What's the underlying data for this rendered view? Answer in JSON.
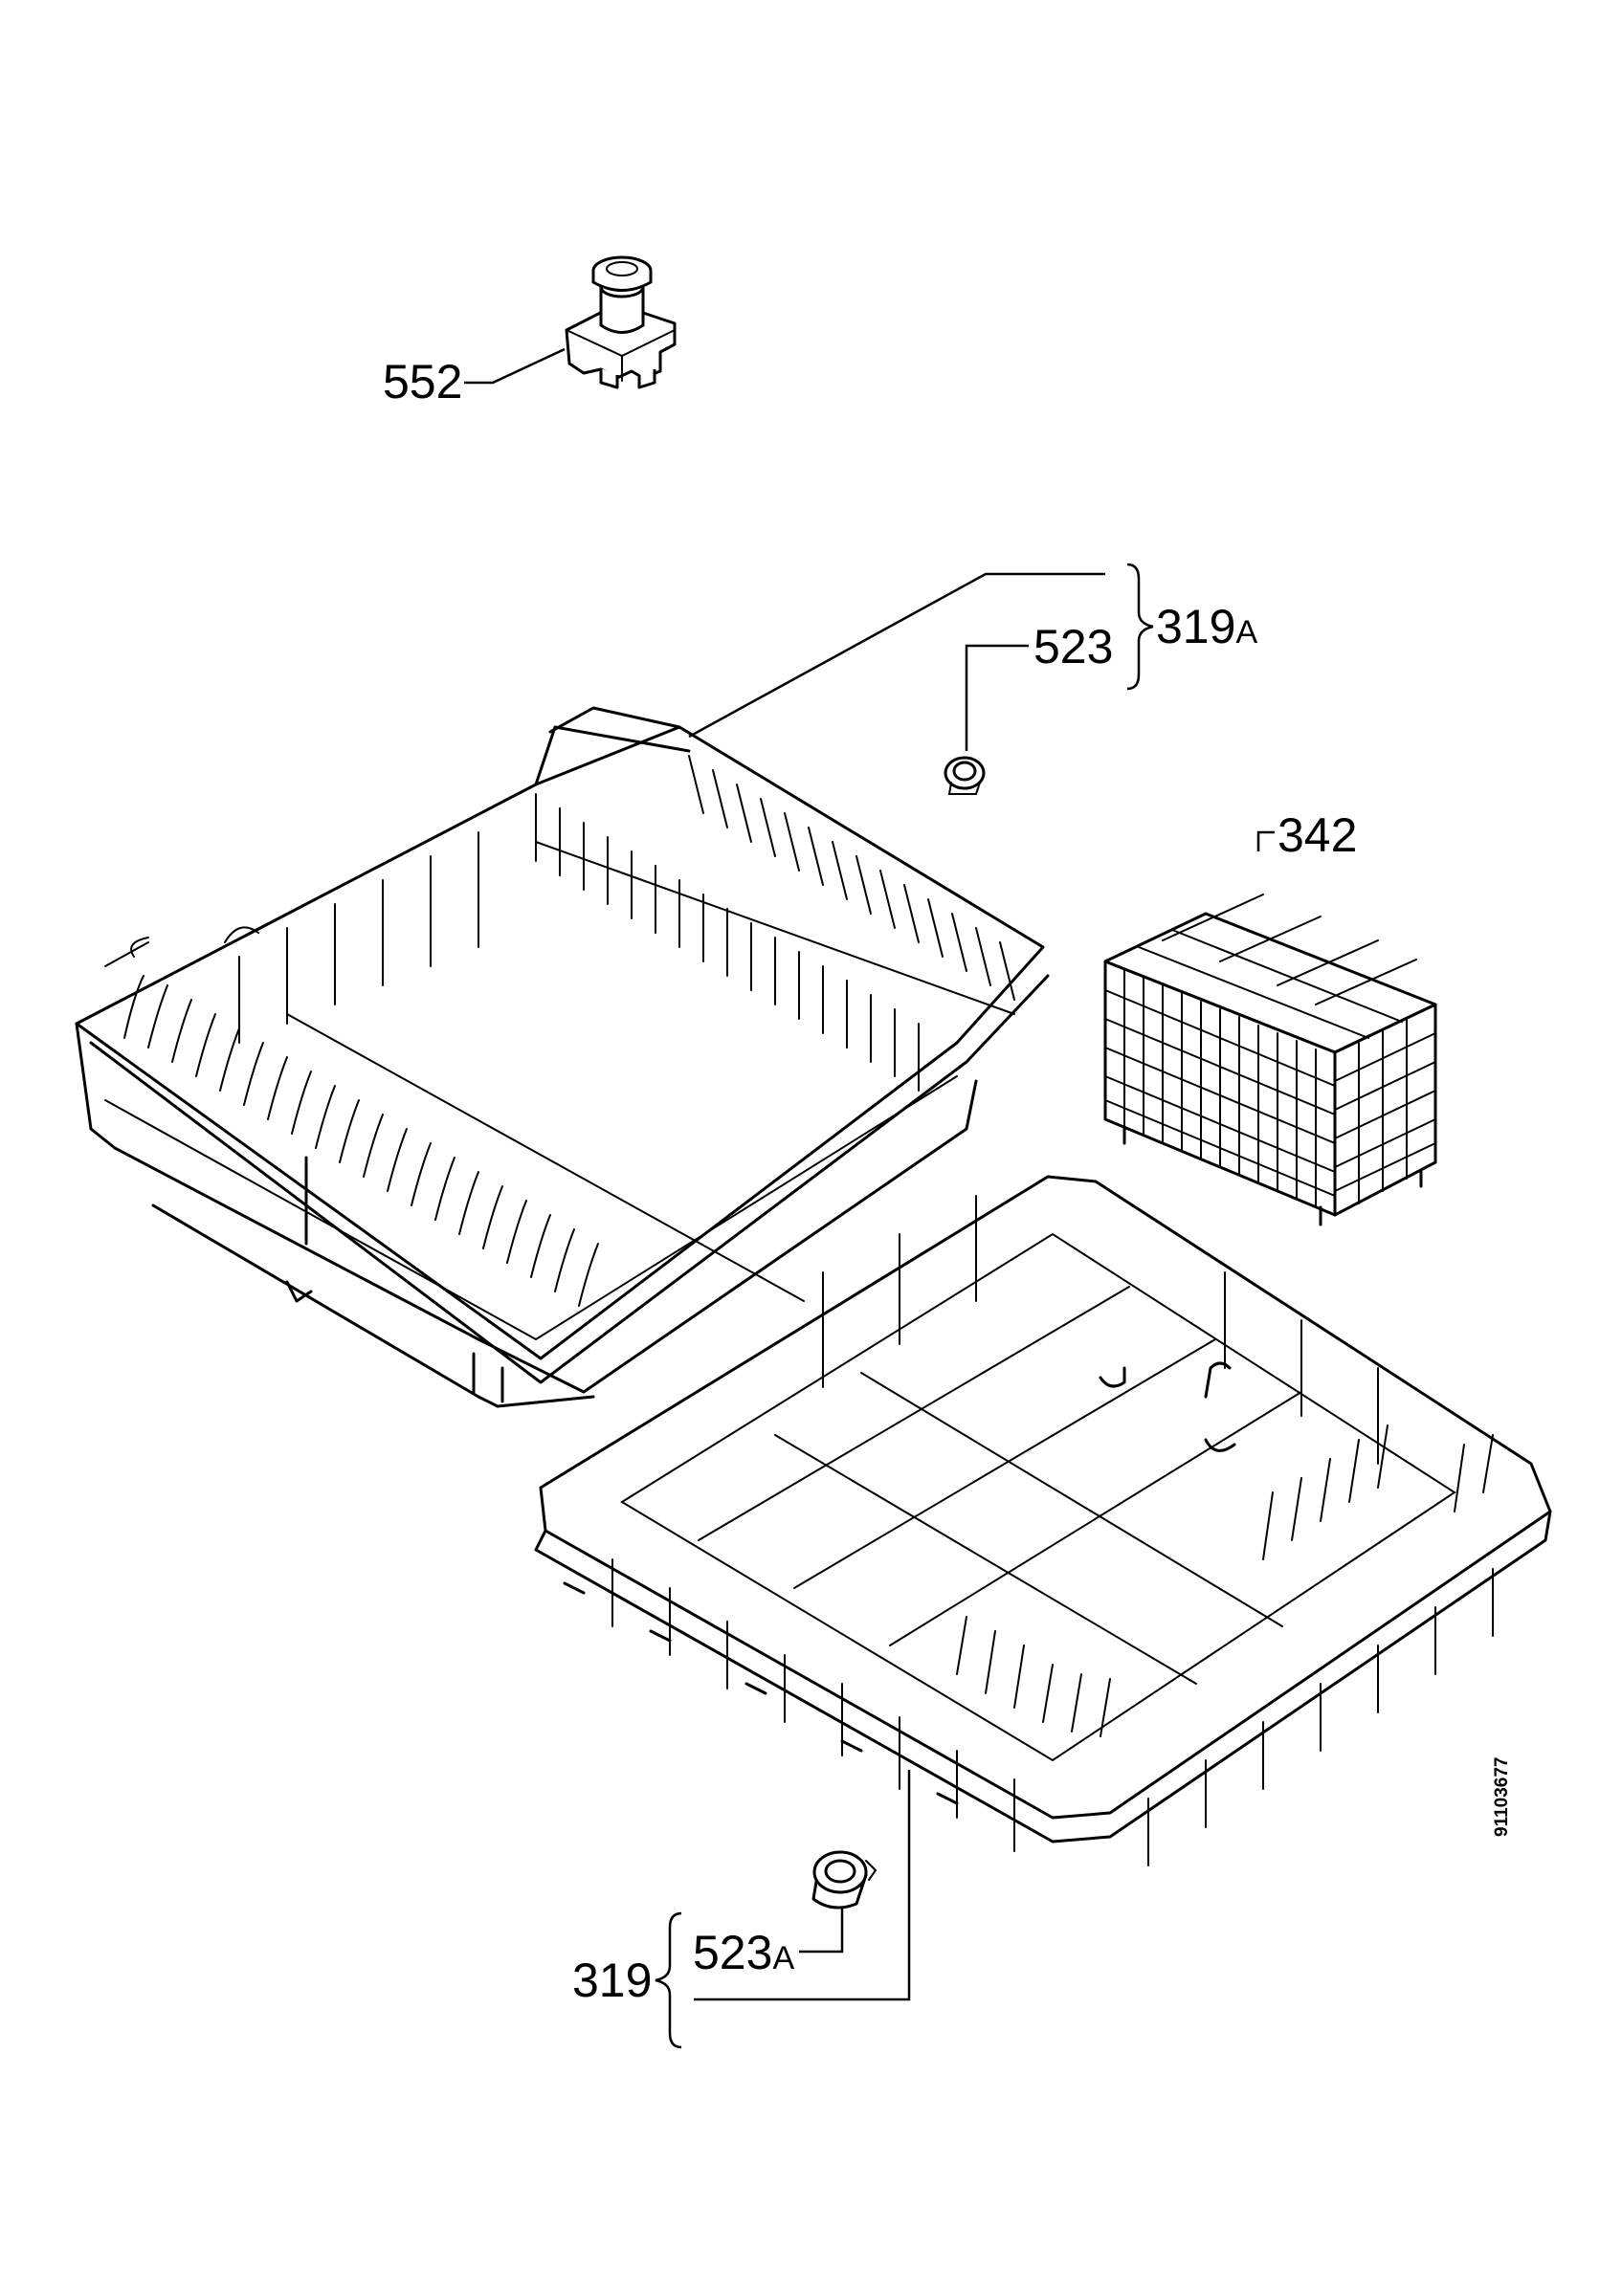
{
  "labels": {
    "p552": "552",
    "p523": "523",
    "p319A_num": "319",
    "p319A_suffix": "A",
    "p342": "342",
    "p523A_num": "523",
    "p523A_suffix": "A",
    "p319": "319",
    "drawing_number": "91103677"
  },
  "icons": {
    "wheel_top": "roller-wheel-icon",
    "wheel_bottom": "roller-wheel-icon",
    "clip": "rack-clip-icon"
  },
  "colors": {
    "ink": "#000000",
    "paper": "#ffffff"
  }
}
